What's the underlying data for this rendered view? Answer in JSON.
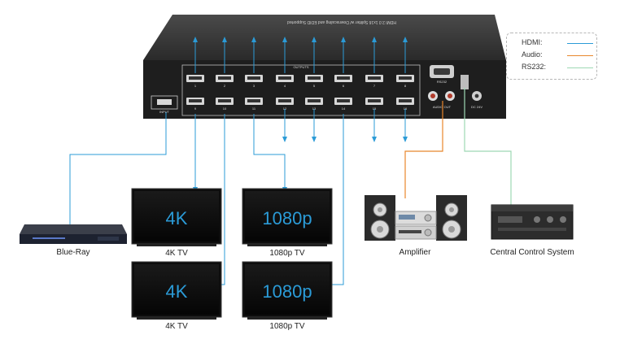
{
  "device": {
    "top_caption": "HDMI 2.0 1x16 Splitter w/ Downscaling and EDID Supported",
    "outputs_label": "OUTPUTS",
    "input_label": "INPUT",
    "rs232_label": "RS232",
    "audio_out_label": "AUDIO OUT",
    "dc_label": "DC 24V",
    "port_numbers_top": [
      "1",
      "2",
      "3",
      "4",
      "5",
      "6",
      "7",
      "8"
    ],
    "port_numbers_bottom": [
      "9",
      "10",
      "11",
      "12",
      "13",
      "14",
      "15",
      "16"
    ]
  },
  "legend": {
    "items": [
      {
        "label": "HDMI:",
        "color": "#2b9bd7"
      },
      {
        "label": "Audio:",
        "color": "#e8872c"
      },
      {
        "label": "RS232:",
        "color": "#9ed8b4"
      }
    ]
  },
  "source": {
    "label": "Blue-Ray"
  },
  "displays": [
    {
      "screen_text": "4K",
      "label": "4K TV"
    },
    {
      "screen_text": "1080p",
      "label": "1080p TV"
    },
    {
      "screen_text": "4K",
      "label": "4K TV"
    },
    {
      "screen_text": "1080p",
      "label": "1080p TV"
    }
  ],
  "amplifier": {
    "label": "Amplifier"
  },
  "control": {
    "label": "Central Control System"
  },
  "colors": {
    "hdmi": "#2b9bd7",
    "audio": "#e8872c",
    "rs232": "#9ed8b4",
    "device": "#2a2a2a"
  }
}
